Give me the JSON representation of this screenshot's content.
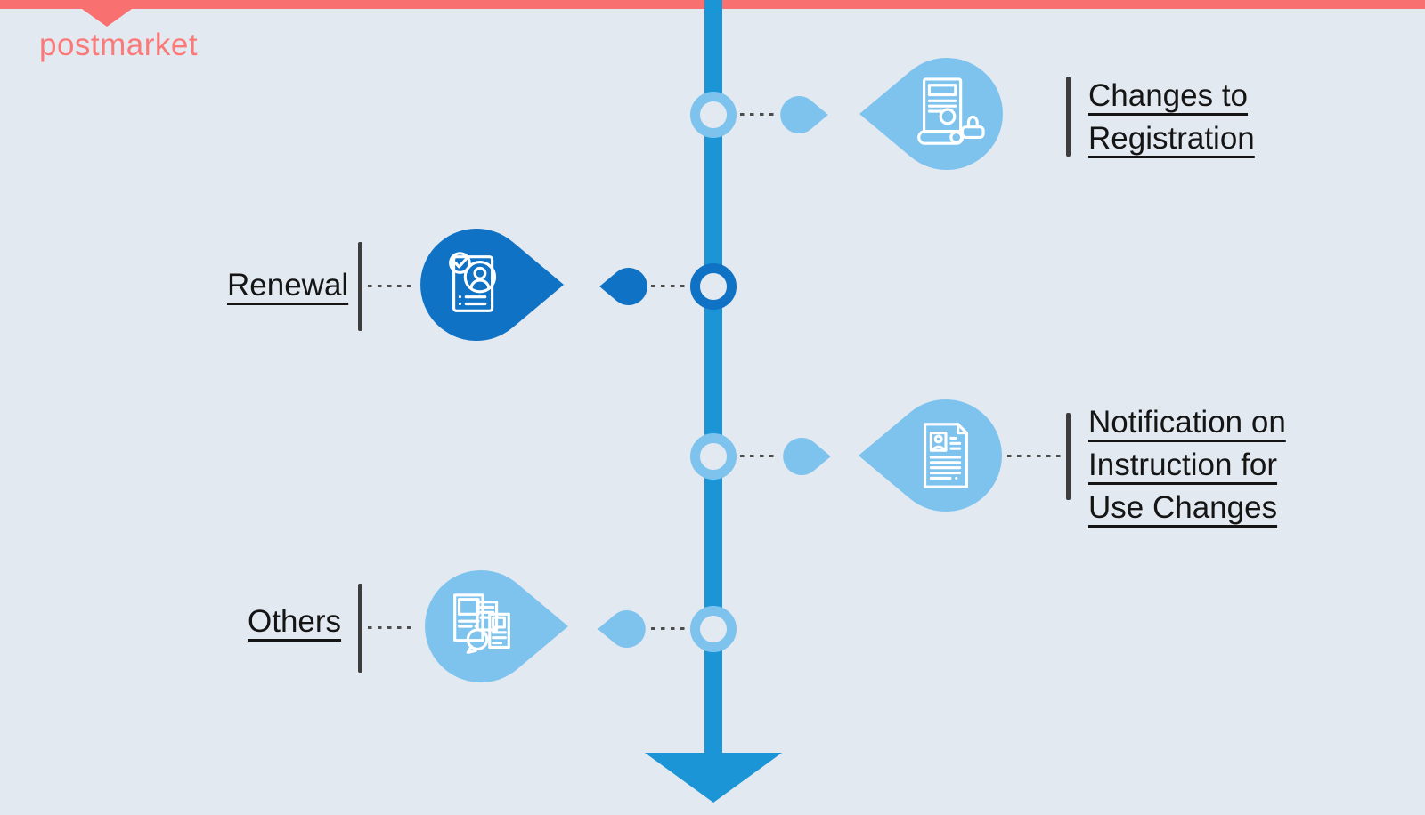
{
  "banner": {
    "label": "postmarket"
  },
  "colors": {
    "background": "#E3E9F0",
    "line": "#1C95D6",
    "dark": "#0F72C4",
    "light": "#7EC3EE",
    "banner": "#F97070",
    "banner_text": "#FA7A7A",
    "label": "#151515",
    "bar": "#3D3D3D",
    "dash": "#4D4D4D"
  },
  "timeline": {
    "direction": "down-arrow",
    "nodes": [
      {
        "label": "Changes to Registration",
        "label_lines": {
          "0": "Changes to",
          "1": "Registration"
        },
        "side": "right",
        "variant": "light",
        "icon": "certificate-stamp-icon"
      },
      {
        "label": "Renewal",
        "label_lines": {
          "0": "Renewal"
        },
        "side": "left",
        "variant": "dark",
        "icon": "approved-document-icon"
      },
      {
        "label": "Notification on Instruction for Use Changes",
        "label_lines": {
          "0": "Notification on",
          "1": "Instruction for",
          "2": "Use Changes"
        },
        "side": "right",
        "variant": "light",
        "icon": "instruction-document-icon"
      },
      {
        "label": "Others",
        "label_lines": {
          "0": "Others"
        },
        "side": "left",
        "variant": "light",
        "icon": "documents-stack-icon"
      }
    ]
  }
}
